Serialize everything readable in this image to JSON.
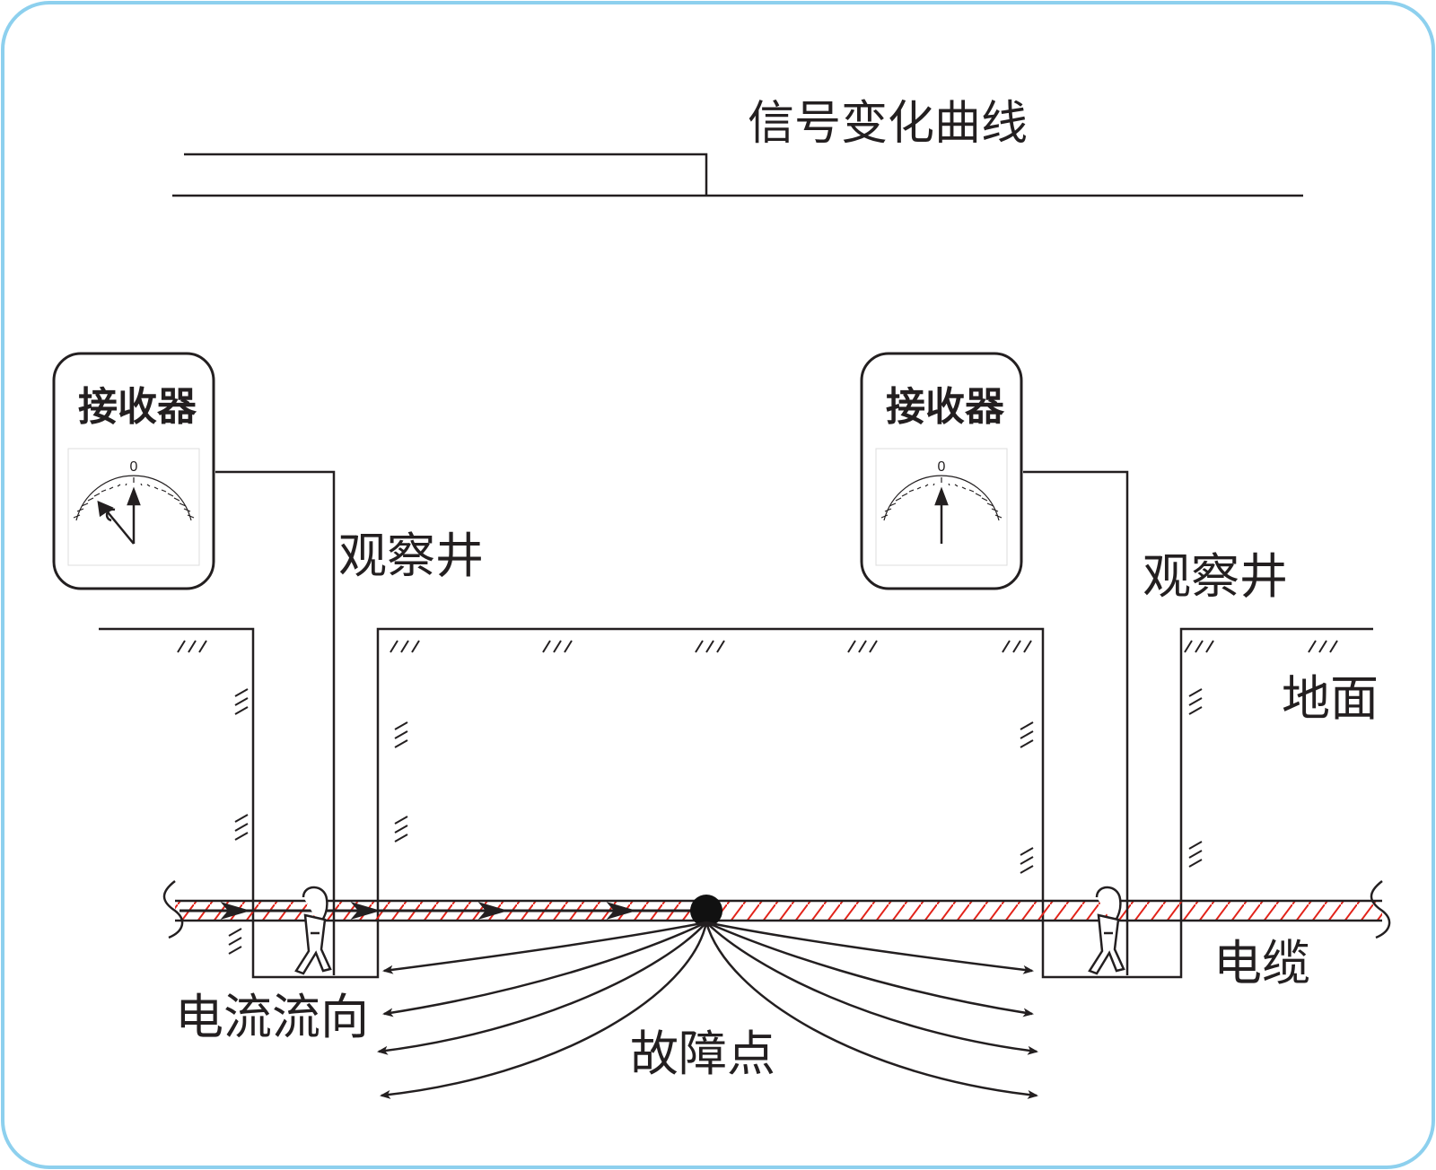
{
  "title": "信号变化曲线",
  "receiver_left": {
    "label": "接收器",
    "dial_zero": "0"
  },
  "receiver_right": {
    "label": "接收器",
    "dial_zero": "0"
  },
  "well_left_label": "观察井",
  "well_right_label": "观察井",
  "ground_label": "地面",
  "cable_label": "电缆",
  "current_label": "电流流向",
  "fault_label": "故障点",
  "colors": {
    "frame": "#8dd0ee",
    "line": "#231f20",
    "cable_hatch": "#e2231a"
  }
}
